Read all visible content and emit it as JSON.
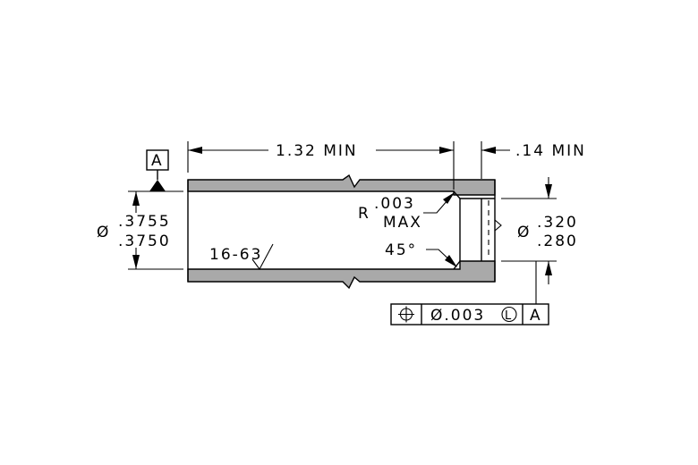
{
  "datum": {
    "letter": "A"
  },
  "dims": {
    "length_label": "1.32  MIN",
    "counterbore_label": ".14  MIN",
    "bore_dia_symbol": "Ø",
    "bore_dia_upper": ".3755",
    "bore_dia_lower": ".3750",
    "small_dia_symbol": "Ø",
    "small_dia_upper": ".320",
    "small_dia_lower": ".280",
    "radius_prefix": "R",
    "radius_value": ".003",
    "radius_max": "MAX",
    "chamfer_angle": "45°",
    "surface_finish": "16-63"
  },
  "fcf": {
    "tolerance": "Ø.003",
    "modifier": "L",
    "datum_ref": "A"
  },
  "colors": {
    "wall": "#a9a9a9",
    "line": "#000000"
  }
}
